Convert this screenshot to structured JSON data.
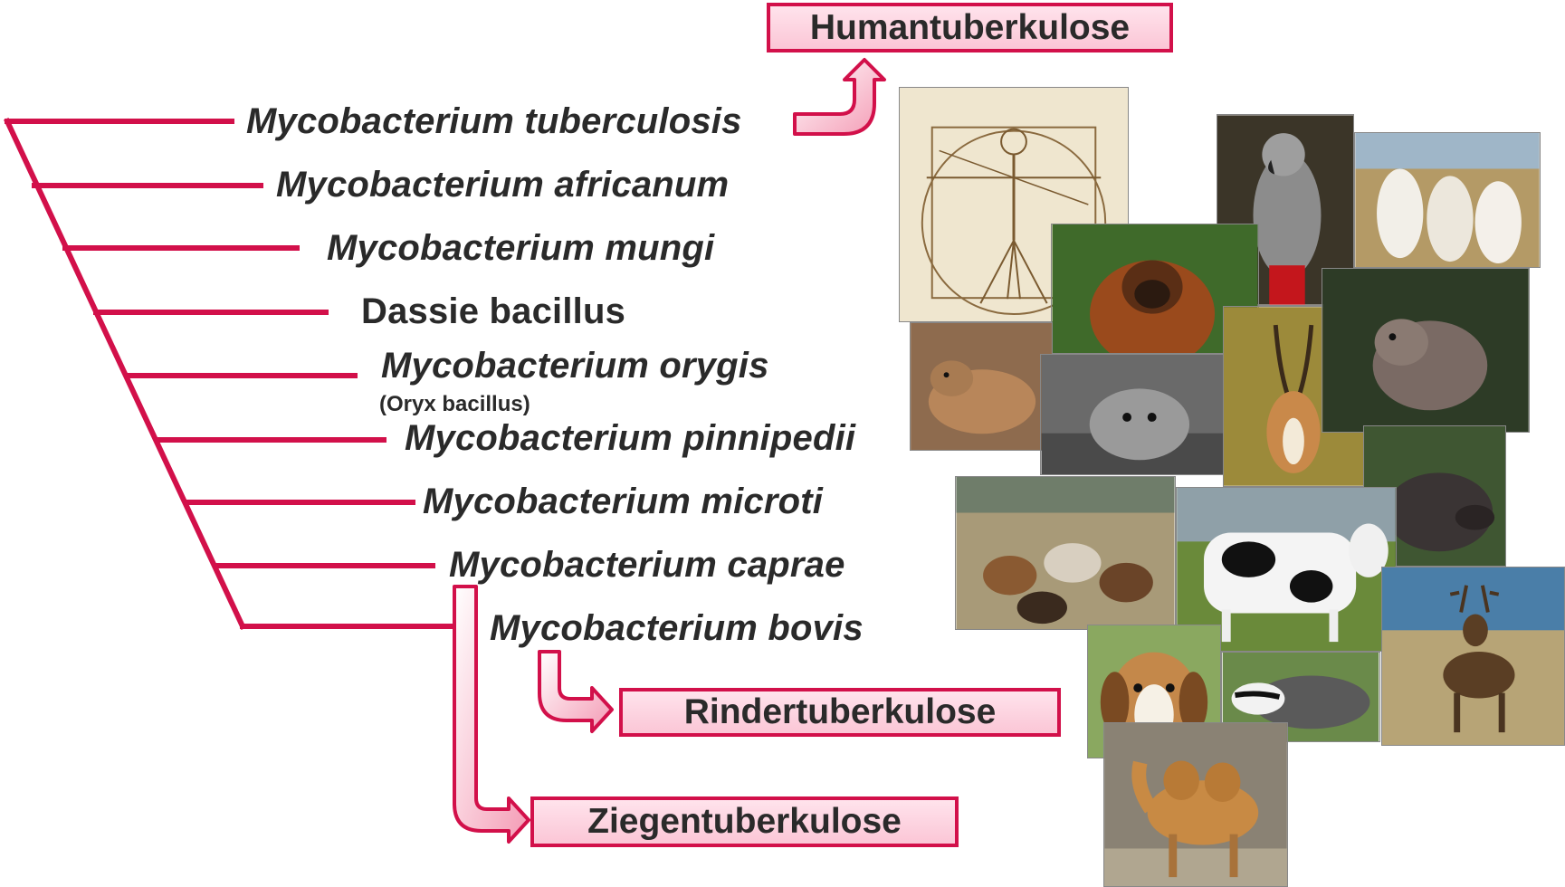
{
  "species": [
    {
      "label": "Mycobacterium tuberculosis"
    },
    {
      "label": "Mycobacterium africanum"
    },
    {
      "label": "Mycobacterium mungi"
    },
    {
      "label": "Dassie bacillus"
    },
    {
      "label": "Mycobacterium orygis"
    },
    {
      "label": "Mycobacterium pinnipedii"
    },
    {
      "label": "Mycobacterium microti"
    },
    {
      "label": "Mycobacterium caprae"
    },
    {
      "label": "Mycobacterium bovis"
    }
  ],
  "orygis_note": "(Oryx bacillus)",
  "outcomes": {
    "human": "Humantuberkulose",
    "cattle": "Rindertuberkulose",
    "goat": "Ziegentuberkulose"
  },
  "colors": {
    "accent": "#d2104a",
    "box_fill": "#fcd0dd",
    "text": "#2a2a2a"
  },
  "host_photos": [
    "vitruvian-man-image",
    "grey-parrot-image",
    "alpaca-image",
    "orangutan-image",
    "hyrax-image",
    "seal-image",
    "gazelle-image",
    "vole-image",
    "wild-boar-image",
    "goat-herd-image",
    "cow-image",
    "red-deer-image",
    "beagle-image",
    "badger-image",
    "camel-image"
  ]
}
